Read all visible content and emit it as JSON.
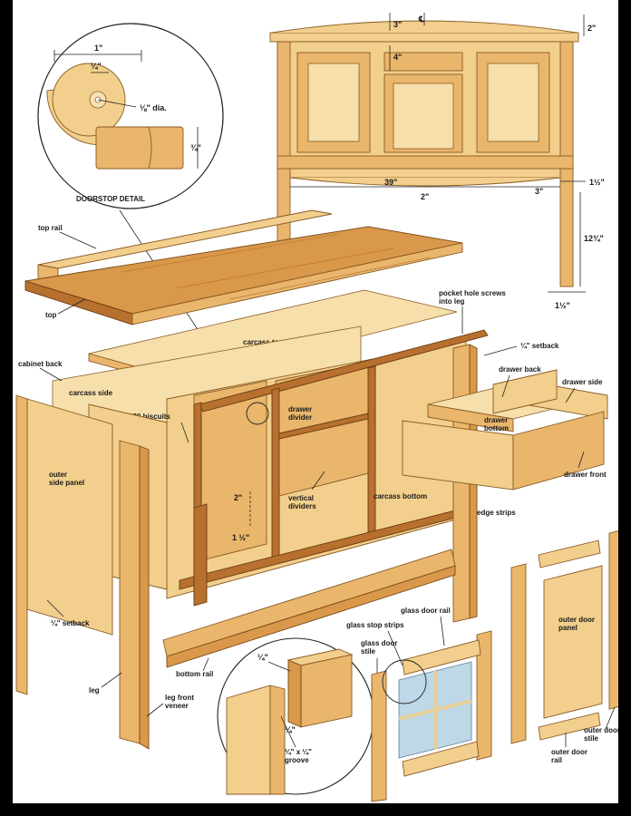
{
  "detail": {
    "title": "DOORSTOP DETAIL",
    "dim_1": "1\"",
    "dim_quarter_a": "¼\"",
    "dim_hole": "⅛\" dia.",
    "dim_quarter_b": "¾\""
  },
  "elevation": {
    "centerline": "℄",
    "dim_top": "3\"",
    "dim_rail": "4\"",
    "dim_overhang": "2\"",
    "dim_width": "39\"",
    "dim_bottom_2": "2\"",
    "dim_3": "3\"",
    "dim_leg_1": "1½\"",
    "dim_leg_height": "12¾\"",
    "dim_leg_2": "1½\""
  },
  "labels": {
    "top_rail": "top rail",
    "top": "top",
    "carcass_top": "carcass top",
    "cabinet_back": "cabinet back",
    "carcass_side": "carcass side",
    "biscuits": "#20 biscuits",
    "outer_side_panel": "outer\nside panel",
    "setback_left": "¼\" setback",
    "leg": "leg",
    "leg_front_veneer": "leg front\nveneer",
    "bottom_rail": "bottom rail",
    "pocket_hole_screws": "pocket hole screws\ninto leg",
    "setback_right": "¼\" setback",
    "drawer_back": "drawer back",
    "drawer_side": "drawer side",
    "drawer_divider": "drawer\ndivider",
    "drawer_bottom": "drawer\nbottom",
    "drawer_front": "drawer front",
    "vertical_dividers": "vertical\ndividers",
    "carcass_bottom": "carcass bottom",
    "edge_strips": "edge strips",
    "dim_2": "2\"",
    "dim_1_half": "1 ½\"",
    "glass_door_rail": "glass door rail",
    "glass_stop_strips": "glass stop strips",
    "glass_door_stile": "glass door\nstile",
    "outer_door_panel": "outer door\npanel",
    "outer_door_stile": "outer door\nstile",
    "outer_door_rail": "outer door\nrail",
    "groove": "¼\" x ¼\"\ngroove",
    "groove_dim_a": "¼\"",
    "groove_dim_b": "¼\""
  },
  "colors": {
    "wood_light": "#f2cf8c",
    "wood_mid": "#e9b66c",
    "wood_dark": "#b8702e",
    "glass": "#bfd8e8"
  }
}
